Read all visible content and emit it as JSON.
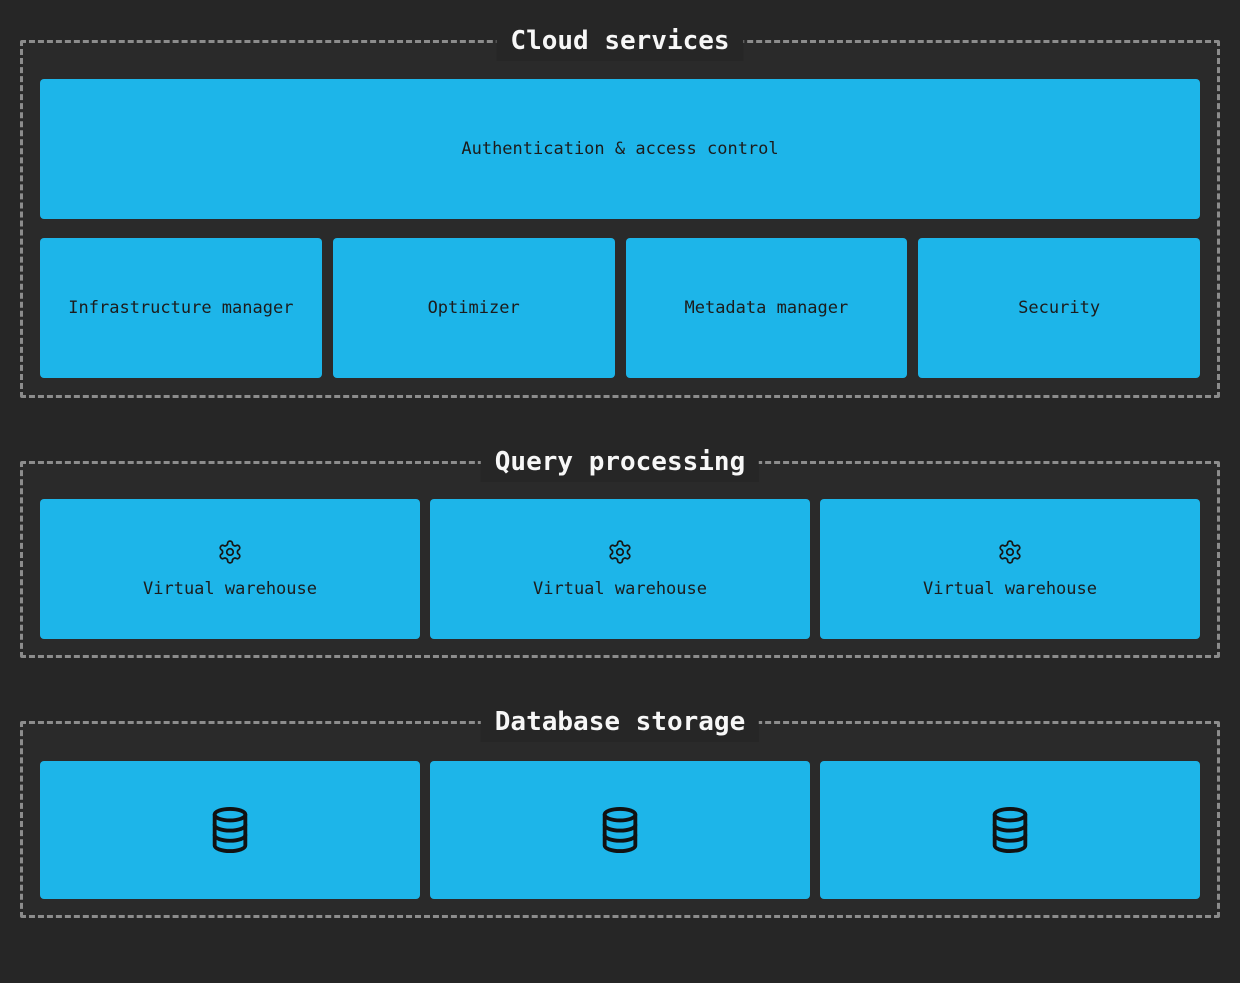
{
  "colors": {
    "page_background": "#262626",
    "box_fill": "#1db5e9",
    "box_text": "#1c1c1c",
    "section_border": "#8c8c8c",
    "title_text": "#f7f7f7"
  },
  "sections": {
    "cloud_services": {
      "title": "Cloud services",
      "auth_box_label": "Authentication & access control",
      "boxes": [
        "Infrastructure manager",
        "Optimizer",
        "Metadata manager",
        "Security"
      ]
    },
    "query_processing": {
      "title": "Query processing",
      "warehouses": [
        {
          "icon": "gear-icon",
          "label": "Virtual warehouse"
        },
        {
          "icon": "gear-icon",
          "label": "Virtual warehouse"
        },
        {
          "icon": "gear-icon",
          "label": "Virtual warehouse"
        }
      ]
    },
    "database_storage": {
      "title": "Database storage",
      "databases": [
        {
          "icon": "database-icon"
        },
        {
          "icon": "database-icon"
        },
        {
          "icon": "database-icon"
        }
      ]
    }
  }
}
